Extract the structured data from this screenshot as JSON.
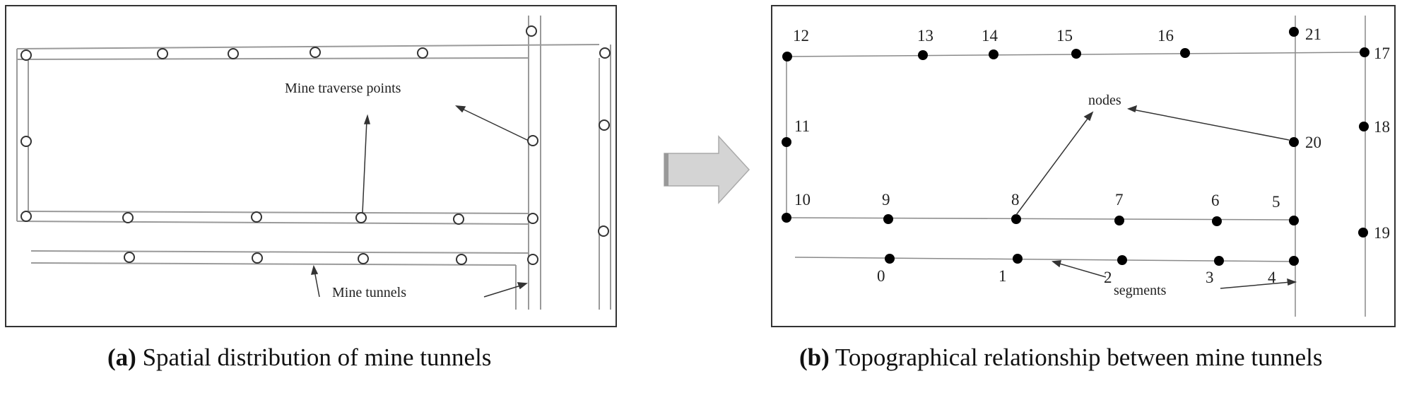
{
  "panel_a": {
    "annotations": {
      "traverse_points": "Mine traverse points",
      "tunnels": "Mine tunnels"
    },
    "caption": {
      "tag": "(a)",
      "text": "Spatial distribution of mine tunnels"
    }
  },
  "panel_b": {
    "node_labels": [
      "0",
      "1",
      "2",
      "3",
      "4",
      "5",
      "6",
      "7",
      "8",
      "9",
      "10",
      "11",
      "12",
      "13",
      "14",
      "15",
      "16",
      "17",
      "18",
      "19",
      "20",
      "21"
    ],
    "annotations": {
      "nodes": "nodes",
      "segments": "segments"
    },
    "caption": {
      "tag": "(b)",
      "text": "Topographical relationship between mine tunnels"
    }
  },
  "colors": {
    "line": "#8a8a8a",
    "node": "#000000",
    "arrow": "#bdbdbd"
  }
}
